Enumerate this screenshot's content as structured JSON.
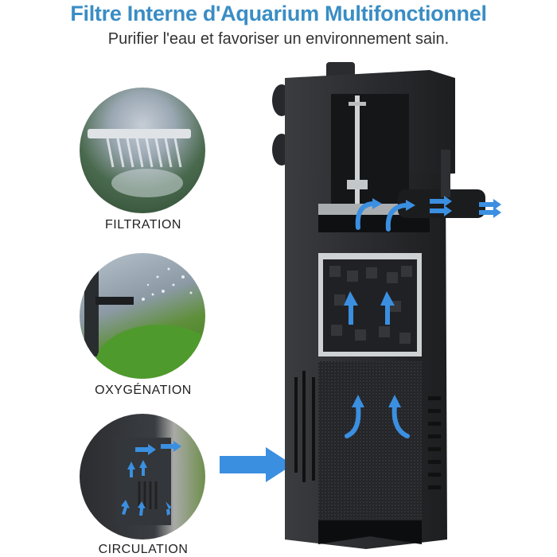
{
  "header": {
    "title": "Filtre Interne d'Aquarium Multifonctionnel",
    "subtitle": "Purifier l'eau et favoriser un environnement sain."
  },
  "features": [
    {
      "label": "FILTRATION",
      "image": "water-spray-bar-photo"
    },
    {
      "label": "OXYGÉNATION",
      "image": "aeration-plants-photo"
    },
    {
      "label": "CIRCULATION",
      "image": "filter-flow-photo"
    }
  ],
  "diagram": {
    "subject": "internal-aquarium-filter-cutaway",
    "flow_arrow_color": "#3b8fe0",
    "title_color": "#3a8dc4"
  }
}
